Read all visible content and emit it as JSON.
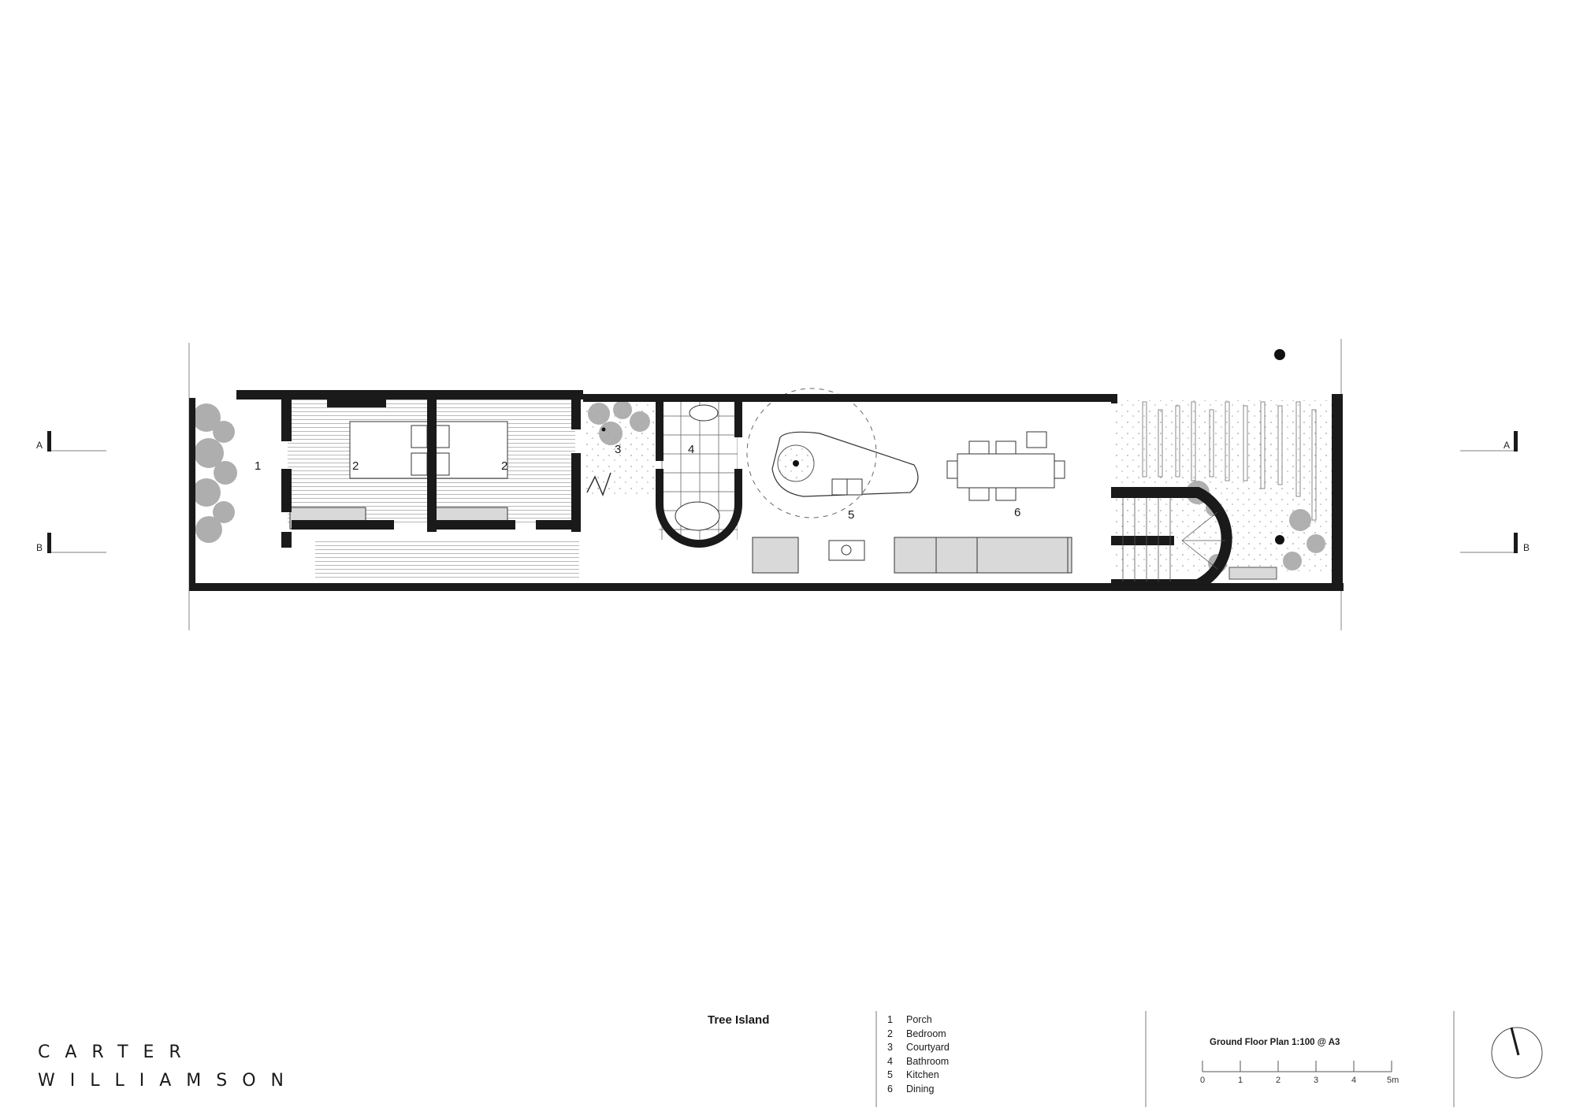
{
  "firm": {
    "line1": "CARTER",
    "line2": "WILLIAMSON"
  },
  "project": {
    "title": "Tree Island"
  },
  "legend": [
    {
      "num": "1",
      "label": "Porch"
    },
    {
      "num": "2",
      "label": "Bedroom"
    },
    {
      "num": "3",
      "label": "Courtyard"
    },
    {
      "num": "4",
      "label": "Bathroom"
    },
    {
      "num": "5",
      "label": "Kitchen"
    },
    {
      "num": "6",
      "label": "Dining"
    }
  ],
  "drawing": {
    "title": "Ground Floor Plan  1:100 @ A3",
    "scale_ticks": [
      "0",
      "1",
      "2",
      "3",
      "4",
      "5m"
    ]
  },
  "plan_labels": {
    "porch": "1",
    "bedroom_a": "2",
    "bedroom_b": "2",
    "courtyard": "3",
    "bathroom": "4",
    "kitchen": "5",
    "dining": "6"
  },
  "section_markers": {
    "left_a": "A",
    "left_b": "B",
    "right_a": "A",
    "right_b": "B"
  },
  "colors": {
    "wall": "#1a1a1a",
    "joinery": "#d9d9d9",
    "planting": "#a8a8a8",
    "line": "#555555"
  }
}
